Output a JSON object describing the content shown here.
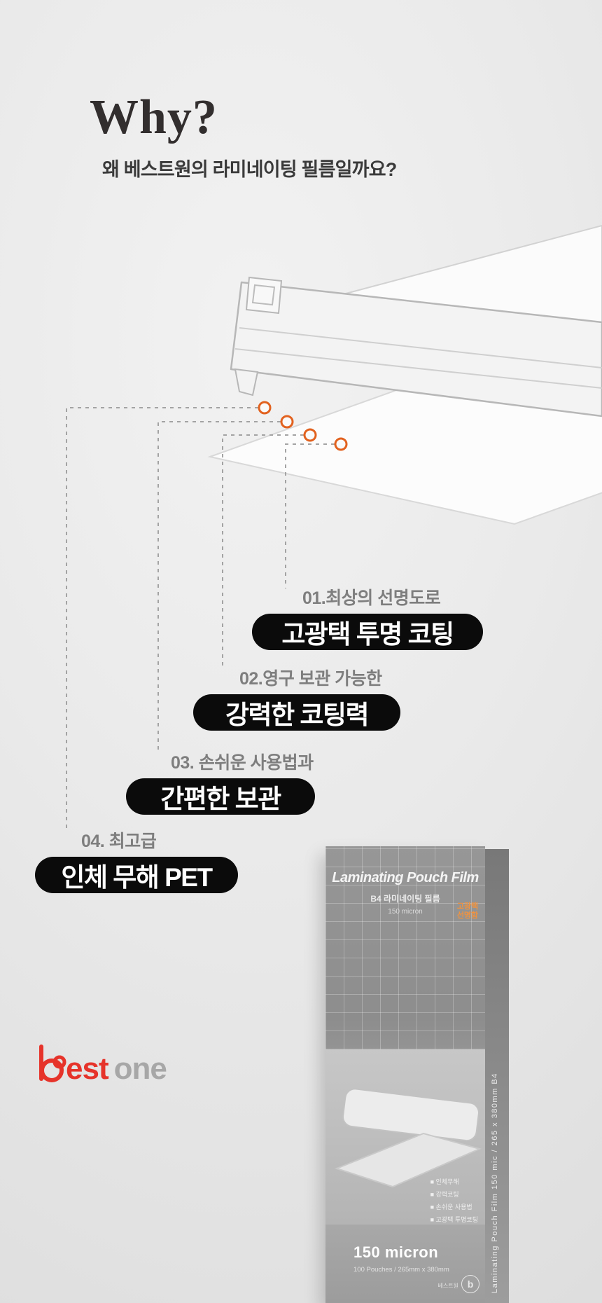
{
  "header": {
    "title": "Why?",
    "subtitle": "왜 베스트원의 라미네이팅 필름일까요?"
  },
  "callouts": [
    {
      "label": "01.최상의 선명도로",
      "pill": "고광택 투명 코팅"
    },
    {
      "label": "02.영구 보관 가능한",
      "pill": "강력한 코팅력"
    },
    {
      "label": "03. 손쉬운 사용법과",
      "pill": "간편한 보관"
    },
    {
      "label": "04. 최고급",
      "pill": "인체 무해  PET"
    }
  ],
  "product_box": {
    "title": "Laminating Pouch Film",
    "subtitle": "B4 라미네이팅 필름",
    "micron": "150 micron",
    "badge": "고광택 선명함",
    "side_text": "Laminating Pouch Film  150 mic / 265 x 380mm   B4",
    "features": [
      "■ 인체무해",
      "■ 강력코팅",
      "■ 손쉬운 사용법",
      "■ 고광택 투명코팅"
    ],
    "bottom_micron": "150 micron",
    "bottom_spec": "100 Pouches / 265mm x 380mm",
    "brand_mark": "b",
    "brand_small": "베스트원"
  },
  "logo": {
    "red": "est",
    "gray": "one"
  },
  "colors": {
    "accent_orange": "#e2621f",
    "pill_black": "#0b0b0b",
    "brand_red": "#e6332a",
    "brand_gray": "#a7a7a7"
  }
}
